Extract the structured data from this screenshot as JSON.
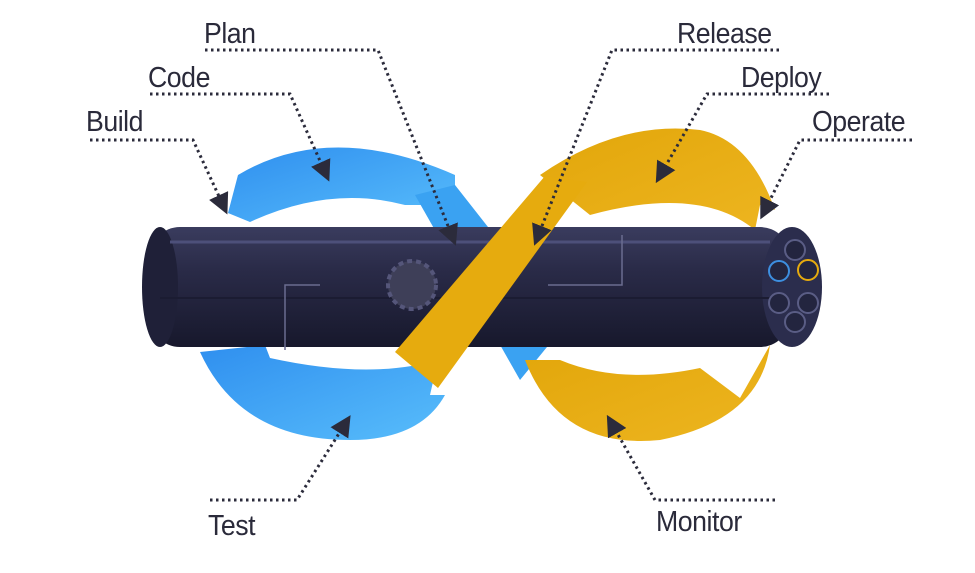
{
  "labels": {
    "plan": "Plan",
    "code": "Code",
    "build": "Build",
    "test": "Test",
    "release": "Release",
    "deploy": "Deploy",
    "operate": "Operate",
    "monitor": "Monitor"
  },
  "colors": {
    "dev_loop": "#3aa2f2",
    "ops_loop": "#e6ab0e",
    "pipe": "#272845",
    "leader": "#2b2b3b",
    "text": "#2a2a3a"
  }
}
